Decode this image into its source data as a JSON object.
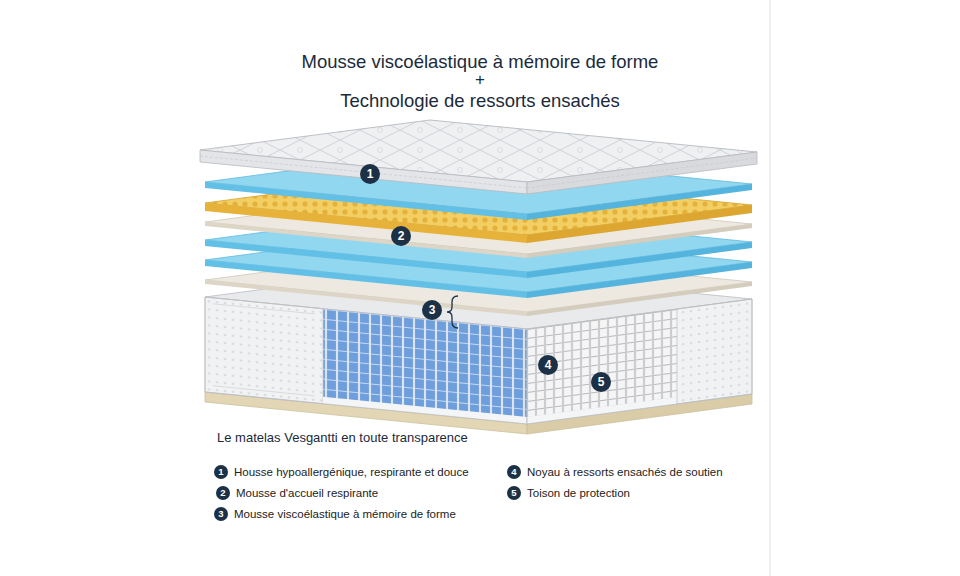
{
  "diagram": {
    "title": "Mousse viscoélastique à mémoire de forme",
    "labels": [
      "+",
      "Technologie de ressorts ensachés",
      "1",
      "2",
      "3",
      "4",
      "5",
      "Le matelas Vesgantti en toute transparence",
      "1",
      "2",
      "3",
      "4",
      "5"
    ],
    "legend": [
      {
        "text": "Housse hypoallergénique, respirante et douce"
      },
      {
        "text": "Mousse d'accueil respirante"
      },
      {
        "text": "Mousse viscoélastique à mémoire de forme"
      },
      {
        "text": "Noyau à ressorts ensachés de soutien"
      },
      {
        "text": "Toison de protection"
      }
    ]
  }
}
